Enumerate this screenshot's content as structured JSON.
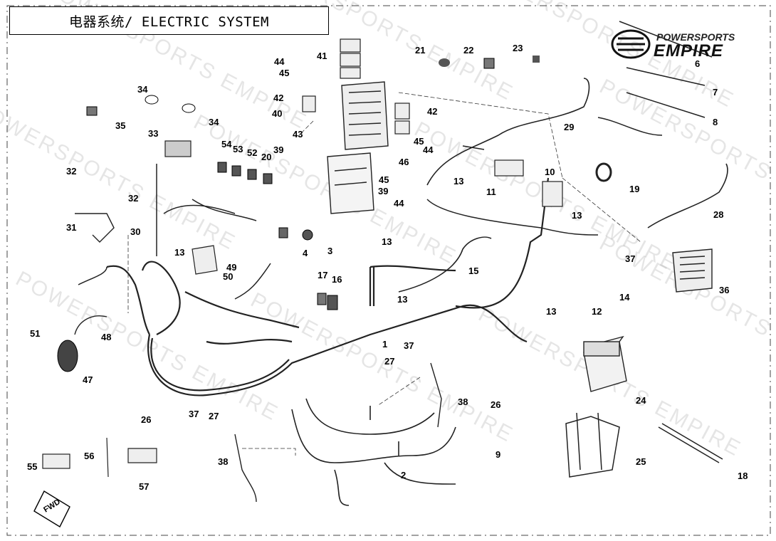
{
  "title": "电器系统/ ELECTRIC SYSTEM",
  "logo": {
    "line1": "POWERSPORTS",
    "line2": "EMPIRE"
  },
  "watermark": "POWERSPORTS EMPIRE",
  "fwd_label": "FWD",
  "callouts": [
    "1",
    "2",
    "3",
    "4",
    "6",
    "7",
    "8",
    "9",
    "10",
    "11",
    "12",
    "13",
    "13",
    "13",
    "13",
    "13",
    "13",
    "14",
    "15",
    "16",
    "17",
    "18",
    "19",
    "20",
    "21",
    "22",
    "23",
    "24",
    "25",
    "26",
    "26",
    "27",
    "27",
    "28",
    "29",
    "30",
    "31",
    "32",
    "32",
    "33",
    "34",
    "34",
    "35",
    "36",
    "37",
    "37",
    "37",
    "38",
    "38",
    "39",
    "39",
    "40",
    "41",
    "42",
    "42",
    "43",
    "44",
    "44",
    "44",
    "45",
    "45",
    "45",
    "46",
    "47",
    "48",
    "49",
    "50",
    "51",
    "52",
    "53",
    "54",
    "55",
    "56",
    "57"
  ]
}
